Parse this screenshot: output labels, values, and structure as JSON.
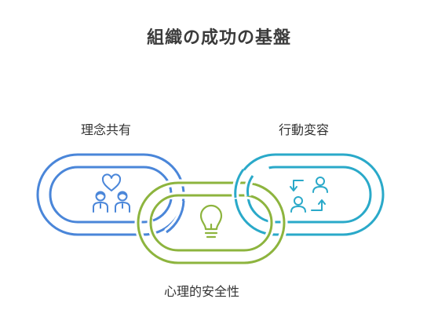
{
  "title": "組織の成功の基盤",
  "links": [
    {
      "label": "理念共有",
      "color": "#4a86d9",
      "icon": "shared-vision-people-heart-icon"
    },
    {
      "label": "心理的安全性",
      "color": "#8db43e",
      "icon": "lightbulb-icon"
    },
    {
      "label": "行動変容",
      "color": "#2aa9c9",
      "icon": "behavior-change-arrows-people-icon"
    }
  ]
}
